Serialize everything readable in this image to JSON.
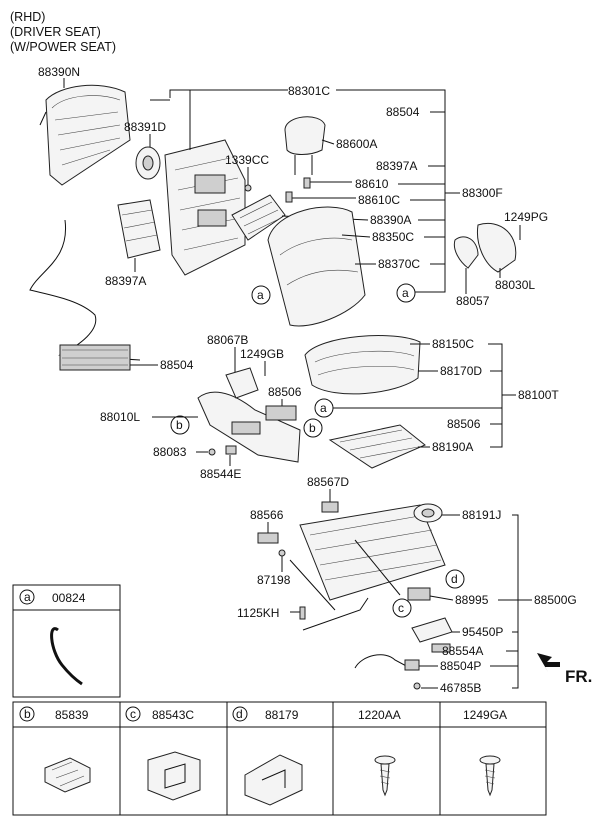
{
  "header": {
    "line1": "(RHD)",
    "line2": "(DRIVER SEAT)",
    "line3": "(W/POWER SEAT)"
  },
  "labels": {
    "p88390N": "88390N",
    "p88301C": "88301C",
    "p88391D": "88391D",
    "p88504_top": "88504",
    "p88600A": "88600A",
    "p1339CC": "1339CC",
    "p88397A_right": "88397A",
    "p88610": "88610",
    "p88300F": "88300F",
    "p88610C": "88610C",
    "p1249PG": "1249PG",
    "p88390A": "88390A",
    "p88350C": "88350C",
    "p88370C": "88370C",
    "p88397A_left": "88397A",
    "p88030L": "88030L",
    "p88057": "88057",
    "p88067B": "88067B",
    "p1249GB": "1249GB",
    "p88504_mid": "88504",
    "p88150C": "88150C",
    "p88170D": "88170D",
    "p88506_top": "88506",
    "p88100T": "88100T",
    "p88010L": "88010L",
    "p88506_right": "88506",
    "p88083": "88083",
    "p88190A": "88190A",
    "p88544E": "88544E",
    "p88567D": "88567D",
    "p88566": "88566",
    "p88191J": "88191J",
    "p87198": "87198",
    "p88995": "88995",
    "p88500G": "88500G",
    "p1125KH": "1125KH",
    "p95450P": "95450P",
    "p88554A": "88554A",
    "p88504P": "88504P",
    "p46785B": "46785B",
    "fr": "FR."
  },
  "callouts": {
    "a": "a",
    "b": "b",
    "c": "c",
    "d": "d"
  },
  "legend": {
    "top": {
      "letter": "a",
      "part": "00824"
    },
    "cells": [
      {
        "letter": "b",
        "part": "85839"
      },
      {
        "letter": "c",
        "part": "88543C"
      },
      {
        "letter": "d",
        "part": "88179"
      },
      {
        "letter": "",
        "part": "1220AA"
      },
      {
        "letter": "",
        "part": "1249GA"
      }
    ]
  }
}
